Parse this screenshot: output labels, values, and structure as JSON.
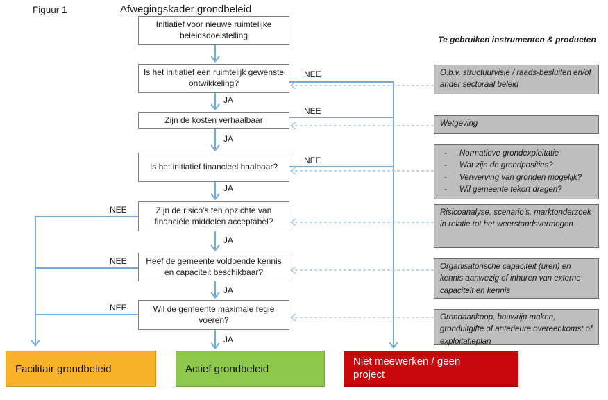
{
  "figure": {
    "label": "Figuur 1",
    "title": "Afwegingskader grondbeleid"
  },
  "labels": {
    "yes": "JA",
    "no": "NEE"
  },
  "flow": {
    "start": "Initiatief voor nieuwe ruimtelijke beleidsdoelstelling",
    "questions": [
      "Is het initiatief een ruimtelijk gewenste ontwikkeling?",
      "Zijn de kosten verhaalbaar",
      "Is het initiatief financieel haalbaar?",
      "Zijn de risico’s ten opzichte van financiële middelen acceptabel?",
      "Heef de gemeente voldoende kennis en capaciteit beschikbaar?",
      "Wil de gemeente maximale regie voeren?"
    ],
    "outcomes": {
      "facilitair": "Facilitair grondbeleid",
      "actief": "Actief grondbeleid",
      "niet": "Niet meewerken / geen project"
    }
  },
  "instruments": {
    "header": "Te gebruiken instrumenten & producten",
    "bullet_dash": "-",
    "box1": "O.b.v. structuurvisie / raads-besluiten en/of ander sectoraal beleid",
    "box2": "Wetgeving",
    "box3": {
      "bullets": [
        "Normatieve grondexploitatie",
        "Wat zijn de grondposities?",
        "Verwerving van gronden mogelijk?",
        "Wil gemeente tekort dragen?"
      ]
    },
    "box4": "Risicoanalyse, scenario’s, marktonderzoek in relatie tot het weerstandsvermogen",
    "box5": "Organisatorische capaciteit (uren) en kennis aanwezig of inhuren van externe capaciteit en kennis",
    "box6": "Grondaankoop, bouwrijp maken, gronduitgifte of anterieure overeenkomst of exploitatieplan"
  },
  "colors": {
    "facilitair": "#F8B229",
    "actief": "#8DC84B",
    "niet": "#C9080E",
    "line": "#74A9DC",
    "dashed": "#A8C7E3",
    "graybox": "#BEBEBE"
  }
}
